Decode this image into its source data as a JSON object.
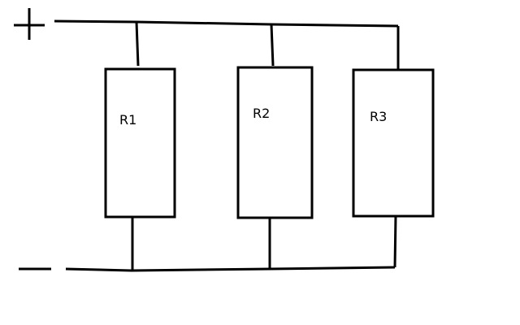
{
  "diagram": {
    "type": "parallel-resistor-circuit",
    "terminals": {
      "positive": "+",
      "negative": "-"
    },
    "resistors": [
      {
        "label": "R1"
      },
      {
        "label": "R2"
      },
      {
        "label": "R3"
      }
    ]
  },
  "colors": {
    "line": "#000000",
    "background": "#ffffff"
  }
}
